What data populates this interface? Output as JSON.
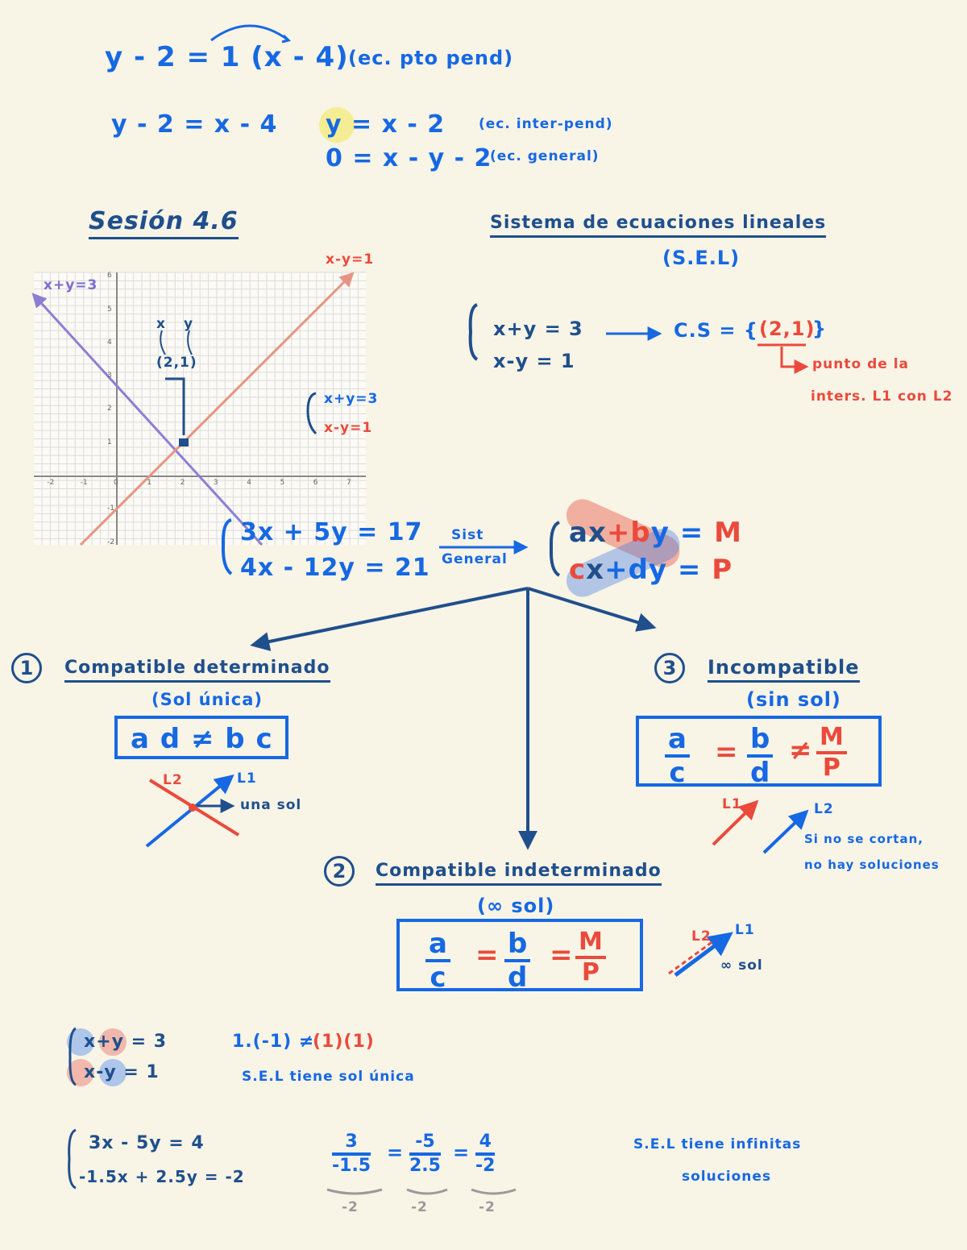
{
  "eq1": {
    "text": "y - 2 = 1 (x - 4)",
    "note": "(ec. pto pend)"
  },
  "eq2": {
    "text": "y - 2 = x - 4"
  },
  "eq3": {
    "y": "y",
    "rest": " = x - 2",
    "note": "(ec. inter-pend)"
  },
  "eq4": {
    "text": "0 = x - y - 2",
    "note": "(ec. general)"
  },
  "session": {
    "title": "Sesión 4.6"
  },
  "system_title": {
    "line1": "Sistema de ecuaciones lineales",
    "line2": "(S.E.L)"
  },
  "graph": {
    "label_sum": "x+y=3",
    "label_diff": "x-y=1",
    "point_x": "x",
    "point_y": "y",
    "point": "(2,1)",
    "x_ticks": [
      "-2",
      "-1",
      "0",
      "1",
      "2",
      "3",
      "4",
      "5",
      "6",
      "7"
    ],
    "y_ticks": [
      "6",
      "5",
      "4",
      "3",
      "2",
      "1",
      "-1",
      "-2"
    ],
    "sys_top": "x+y=3",
    "sys_bottom": "x-y=1",
    "colors": {
      "blue_line": "#8b7fd4",
      "red_line": "#e89484",
      "point": "#1f4f8c"
    }
  },
  "system1": {
    "line1": "x+y = 3",
    "line2": "x-y = 1",
    "cs_label": "C.S = {",
    "cs_point": "(2,1)",
    "cs_close": "}",
    "note1": "punto de la",
    "note2": "inters. L1 con L2"
  },
  "system2": {
    "line1": "3x + 5y = 17",
    "line2": "4x - 12y = 21",
    "arrow_top": "Sist",
    "arrow_bottom": "General",
    "gen1_a": "a",
    "gen1_x": "x",
    "gen1_b": "+b",
    "gen1_y": "y =",
    "gen1_m": "M",
    "gen2_c": "c",
    "gen2_x": "x",
    "gen2_d": "+d",
    "gen2_y": "y =",
    "gen2_p": "P"
  },
  "case1": {
    "num": "1",
    "title": "Compatible determinado",
    "sub": "(Sol única)",
    "formula": "a d ≠ b c",
    "l2": "L2",
    "l1": "L1",
    "note": "una sol"
  },
  "case2": {
    "num": "2",
    "title": "Compatible indeterminado",
    "sub": "(∞ sol)",
    "a": "a",
    "c": "c",
    "b": "b",
    "d": "d",
    "m": "M",
    "p": "P",
    "eq": "=",
    "l2": "L2",
    "l1": "L1",
    "note": "∞ sol"
  },
  "case3": {
    "num": "3",
    "title": "Incompatible",
    "sub": "(sin sol)",
    "a": "a",
    "c": "c",
    "b": "b",
    "d": "d",
    "m": "M",
    "p": "P",
    "eq": "=",
    "neq": "≠",
    "l1": "L1",
    "l2": "L2",
    "note1": "Si no se cortan,",
    "note2": "no hay soluciones"
  },
  "example1": {
    "line1": "x+y = 3",
    "line2": "x-y = 1",
    "calc_left": "1.(-1) ≠",
    "calc_right": "(1)(1)",
    "conclusion": "S.E.L tiene sol única"
  },
  "example2": {
    "line1": "3x - 5y = 4",
    "line2": "-1.5x + 2.5y = -2",
    "f1_n": "3",
    "f1_d": "-1.5",
    "f1_r": "-2",
    "f2_n": "-5",
    "f2_d": "2.5",
    "f2_r": "-2",
    "f3_n": "4",
    "f3_d": "-2",
    "f3_r": "-2",
    "eq": "=",
    "conclusion1": "S.E.L tiene infinitas",
    "conclusion2": "soluciones"
  }
}
